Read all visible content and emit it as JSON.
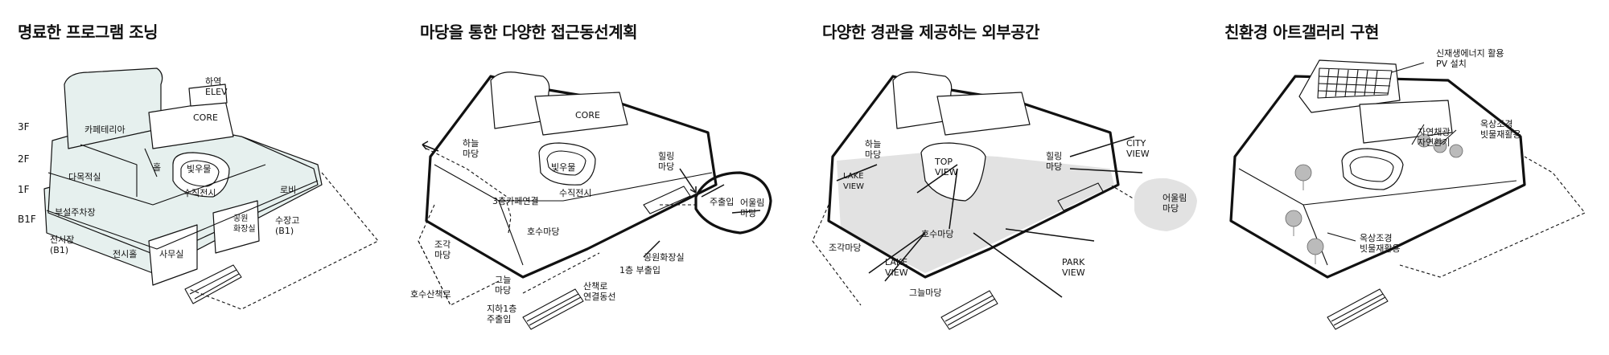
{
  "panels": [
    {
      "title": "명료한 프로그램 조닝",
      "floors": [
        "3F",
        "2F",
        "1F",
        "B1F"
      ],
      "labels": {
        "elev": "하역\nELEV",
        "core": "CORE",
        "cafeteria": "카페테리아",
        "multipurpose": "다목적실",
        "hall": "홀",
        "light_garden": "빛우물",
        "vertical_exhibit": "수직전시",
        "lobby": "로비",
        "parking": "부설주차장",
        "toilet": "공원\n화장실",
        "storage": "수장고\n(B1)",
        "exhibit_hall_b1": "전시장\n(B1)",
        "exhibit_hall": "전시홀",
        "office": "사무실"
      }
    },
    {
      "title": "마당을 통한 다양한 접근동선계획",
      "labels": {
        "core": "CORE",
        "sky_yard": "하늘\n마당",
        "light_garden": "빛우물",
        "healing_yard": "힐링\n마당",
        "cafe_link": "3층카페연결",
        "vertical_exhibit": "수직전시",
        "entrance": "주출입",
        "gathering_yard": "어울림\n마당",
        "lake_yard": "호수마당",
        "sculpture_yard": "조각\n마당",
        "park_toilet": "공원화장실",
        "side_entrance_1f": "1층 부출입",
        "shade_yard": "그늘\n마당",
        "trail_link": "산책로\n연결동선",
        "lake_trail": "호수산책로",
        "b1_entrance": "지하1층\n주출입"
      }
    },
    {
      "title": "다양한 경관을 제공하는 외부공간",
      "labels": {
        "sky_yard": "하늘\n마당",
        "lake_view_top": "LAKE\nVIEW",
        "top_view": "TOP\nVIEW",
        "healing_yard": "힐링\n마당",
        "city_view": "CITY\nVIEW",
        "gathering_yard": "어울림\n마당",
        "sculpture_yard": "조각마당",
        "lake_yard": "호수마당",
        "lake_view": "LAKE\nVIEW",
        "park_view": "PARK\nVIEW",
        "shade_yard": "그늘마당"
      }
    },
    {
      "title": "친환경 아트갤러리 구현",
      "labels": {
        "renewable": "신재생에너지 활용\nPV 설치",
        "rooftop": "옥상조경\n빗물재활용",
        "natural_light": "자연채광\n자연환기",
        "rooftop2": "옥상조경\n빗물재활용"
      }
    }
  ]
}
